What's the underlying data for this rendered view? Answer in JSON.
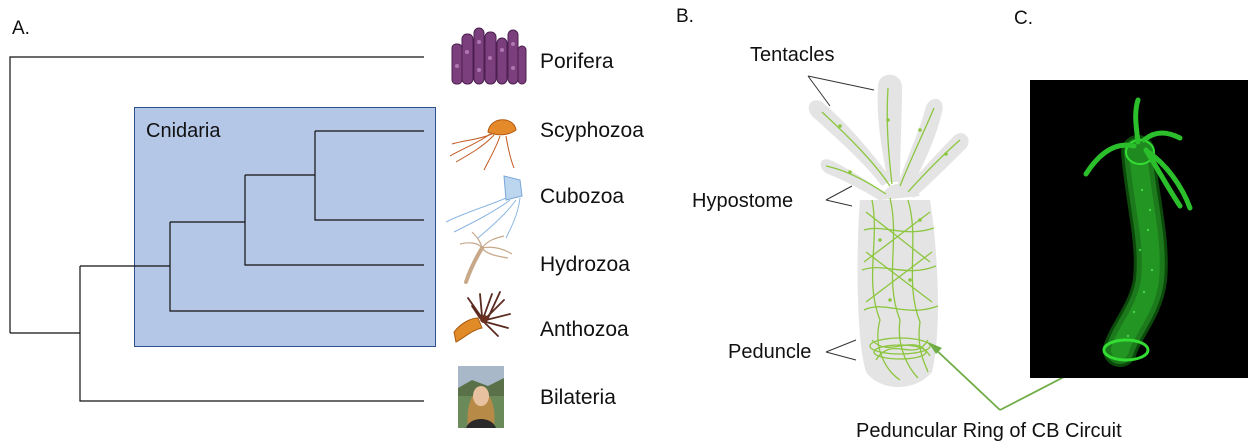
{
  "panels": {
    "a": "A.",
    "b": "B.",
    "c": "C."
  },
  "clade_box": {
    "label": "Cnidaria",
    "color": "#b4c7e7",
    "border": "#2f528f"
  },
  "taxa": [
    "Porifera",
    "Scyphozoa",
    "Cubozoa",
    "Hydrozoa",
    "Anthozoa",
    "Bilateria"
  ],
  "icons": {
    "porifera": "purple-sponge-icon",
    "scyphozoa": "orange-jellyfish-icon",
    "cubozoa": "box-jellyfish-icon",
    "hydrozoa": "hydra-polyp-icon",
    "anthozoa": "sea-anemone-icon",
    "bilateria": "person-photo-icon"
  },
  "hydra_diagram": {
    "labels": {
      "tentacles": "Tentacles",
      "hypostome": "Hypostome",
      "peduncle": "Peduncle",
      "ring": "Peduncular Ring of CB Circuit"
    },
    "body_color": "#e4e4e4",
    "neuron_color": "#8cc63f"
  },
  "micrograph": {
    "background": "#000000",
    "stain_color": "#33dd33"
  }
}
